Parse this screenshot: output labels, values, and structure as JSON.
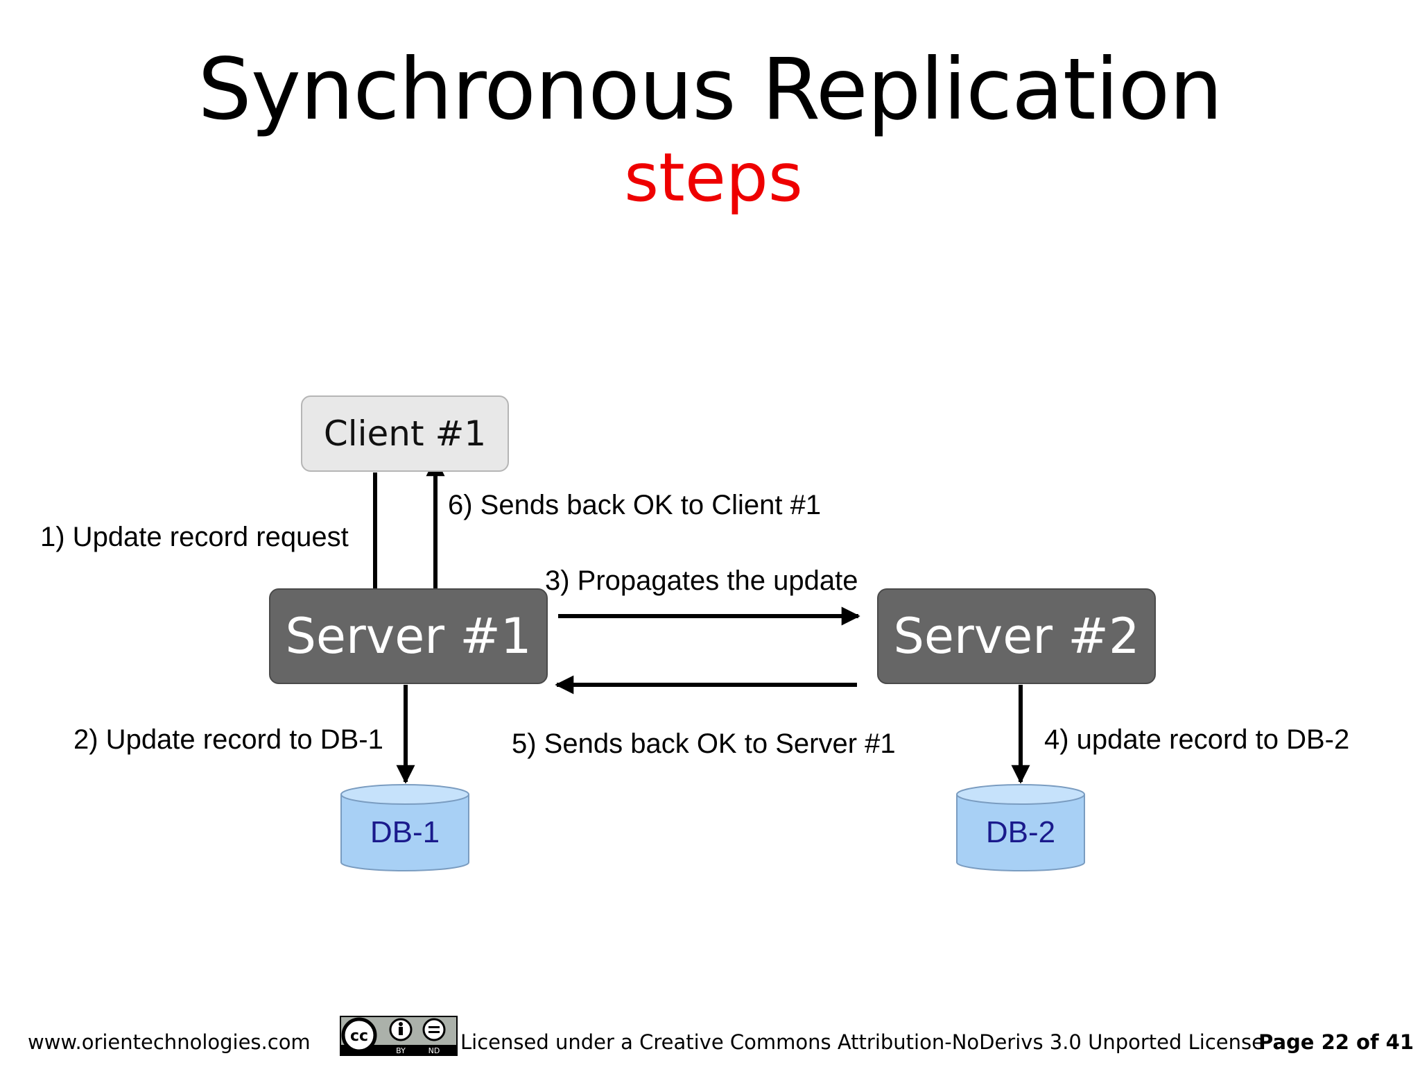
{
  "slide": {
    "title": "Synchronous Replication",
    "subtitle": "steps",
    "subtitle_color": "#ee0000"
  },
  "diagram": {
    "nodes": {
      "client": "Client #1",
      "server1": "Server #1",
      "server2": "Server #2",
      "db1": "DB-1",
      "db2": "DB-2"
    },
    "steps": {
      "step1": "1) Update record request",
      "step2": "2) Update record to DB-1",
      "step3": "3) Propagates the update",
      "step4": "4) update record to DB-2",
      "step5": "5) Sends back OK to Server #1",
      "step6": "6) Sends back OK to Client #1"
    },
    "colors": {
      "server_fill": "#666666",
      "client_fill": "#e8e8e8",
      "db_fill": "#a8d0f5",
      "db_label": "#1a1a8c"
    }
  },
  "footer": {
    "website": "www.orientechnologies.com",
    "license": "Licensed under a Creative Commons Attribution-NoDerivs 3.0 Unported License",
    "page": "Page 22 of 41",
    "badge_icon": "cc-by-nd-icon"
  }
}
